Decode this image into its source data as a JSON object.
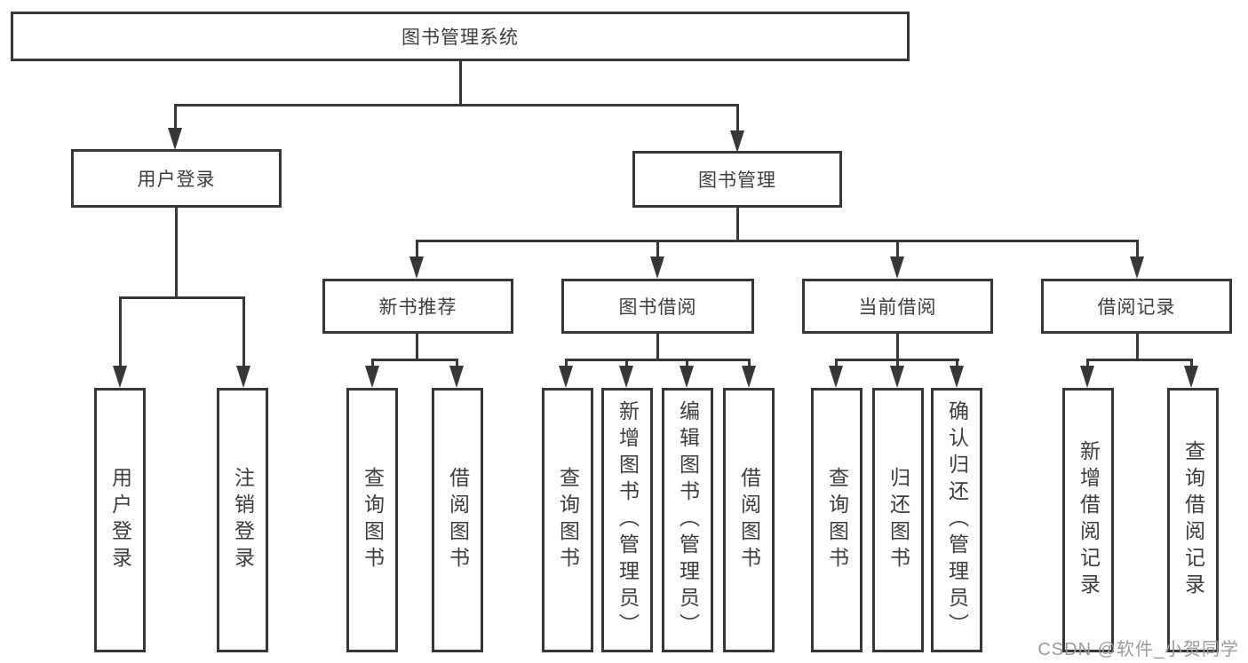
{
  "diagram": {
    "root": "图书管理系统",
    "branches": [
      {
        "label": "用户登录",
        "children": [
          {
            "label": "用户登录"
          },
          {
            "label": "注销登录"
          }
        ]
      },
      {
        "label": "图书管理",
        "children": [
          {
            "label": "新书推荐",
            "children": [
              {
                "label": "查询图书"
              },
              {
                "label": "借阅图书"
              }
            ]
          },
          {
            "label": "图书借阅",
            "children": [
              {
                "label": "查询图书"
              },
              {
                "label": "新增图书（管理员）"
              },
              {
                "label": "编辑图书（管理员）"
              },
              {
                "label": "借阅图书"
              }
            ]
          },
          {
            "label": "当前借阅",
            "children": [
              {
                "label": "查询图书"
              },
              {
                "label": "归还图书"
              },
              {
                "label": "确认归还（管理员）"
              }
            ]
          },
          {
            "label": "借阅记录",
            "children": [
              {
                "label": "新增借阅记录"
              },
              {
                "label": "查询借阅记录"
              }
            ]
          }
        ]
      }
    ]
  },
  "watermark": "CSDN @软件_小贺同学",
  "colors": {
    "line": "#373737",
    "text": "#3d3d3d",
    "watermark": "#9a9a9a",
    "background": "#ffffff"
  }
}
